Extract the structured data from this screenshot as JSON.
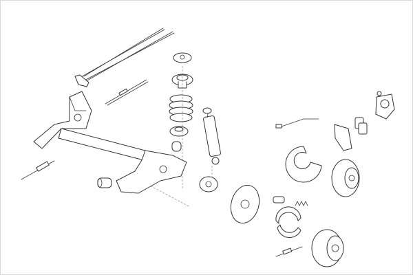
{
  "diagram": {
    "type": "exploded-parts-view",
    "line_color": "#333333",
    "background": "#ffffff",
    "parts": [
      "handbrake-cables",
      "handbrake-cable-short",
      "top-mount",
      "spring-seat",
      "coil-spring",
      "bump-stop",
      "dust-cover",
      "shock-absorber",
      "rear-axle-beam",
      "axle-bushing",
      "wheel-hub",
      "backing-plate-drum",
      "wheel-cylinder",
      "brake-shoes",
      "return-spring",
      "brake-drum",
      "brake-hose",
      "brake-caliper",
      "brake-pads",
      "caliper-carrier",
      "disc-backing-plate",
      "brake-disc",
      "abs-sensor",
      "handbrake-cable-end"
    ]
  }
}
